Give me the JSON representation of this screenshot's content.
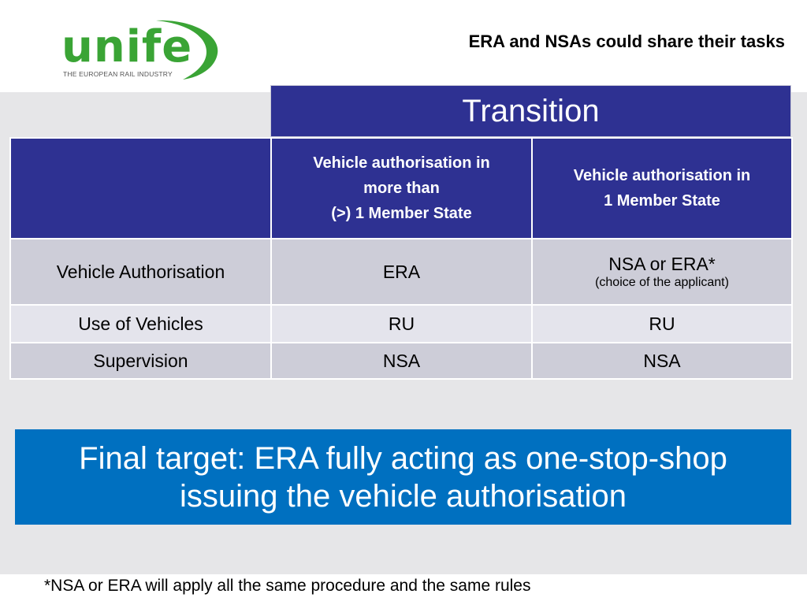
{
  "header": {
    "logo_text": "unife",
    "logo_subtitle": "THE EUROPEAN RAIL INDUSTRY",
    "title": "ERA and NSAs could share their tasks"
  },
  "table": {
    "group_header": "Transition",
    "columns": [
      "",
      [
        "Vehicle authorisation in",
        "more than",
        "(>) 1 Member State"
      ],
      [
        "Vehicle authorisation in",
        "1 Member State"
      ]
    ],
    "rows": [
      {
        "label": "Vehicle Authorisation",
        "multi": "ERA",
        "single": "NSA or ERA*",
        "single_note": "(choice of the applicant)"
      },
      {
        "label": "Use of Vehicles",
        "multi": "RU",
        "single": "RU",
        "single_note": ""
      },
      {
        "label": "Supervision",
        "multi": "NSA",
        "single": "NSA",
        "single_note": ""
      }
    ]
  },
  "banner": {
    "line1": "Final target: ERA fully acting as one-stop-shop",
    "line2": "issuing the vehicle authorisation"
  },
  "footnote": "*NSA or ERA will apply all the same procedure and the same rules",
  "colors": {
    "header_navy": "#2e3192",
    "banner_blue": "#0070c0",
    "logo_green": "#3aa435",
    "background_grey": "#e6e6e8"
  }
}
